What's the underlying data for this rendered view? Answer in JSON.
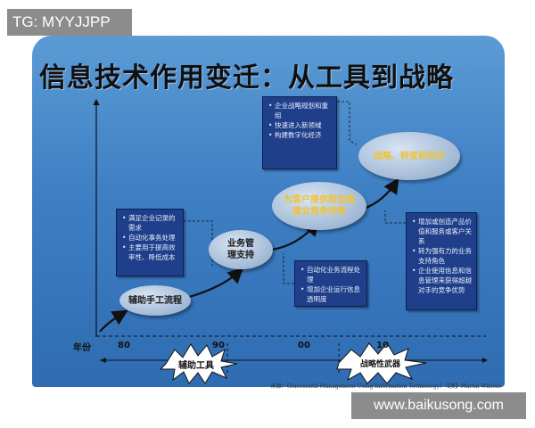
{
  "watermark_top": "TG: MYYJJPP",
  "watermark_bottom": "www.baikusong.com",
  "title": "信息技术作用变迁：从工具到战略",
  "axis": {
    "label": "年份",
    "ticks": [
      "80",
      "90",
      "00",
      "10"
    ]
  },
  "stages": {
    "stage1": "辅助手工流程",
    "stage2": [
      "业务管",
      "理支持"
    ],
    "stage3": [
      "为客户提供附加值",
      "建立竞争优势"
    ],
    "stage4": "战略、转变和知识"
  },
  "boxes": {
    "box1": [
      "满足企业记录的需求",
      "自动化事务处理",
      "主要用于提高效率性、降低成本"
    ],
    "box2": [
      "企业战略规划和重组",
      "快速进入新领域",
      "构建数字化经济"
    ],
    "box3": [
      "自动化业务流程处理",
      "增加企业运行信息透明度"
    ],
    "box4": [
      "增加或创造产品价值和服务或客户关系",
      "转为强有力的业务支持角色",
      "企业使用信息和信息管理来获得超越对手的竞争优势"
    ]
  },
  "bursts": {
    "tool": "辅助工具",
    "weapon": "战略性武器"
  },
  "credit": "来源：《Successful Management Using Information Technology》（【美】Martin Wilson）",
  "colors": {
    "slide_blue": "#3e7fc4",
    "box_navy": "#1f3f8a",
    "gold_text": "#f2c230",
    "oval_grey": "#a9bfd9"
  }
}
